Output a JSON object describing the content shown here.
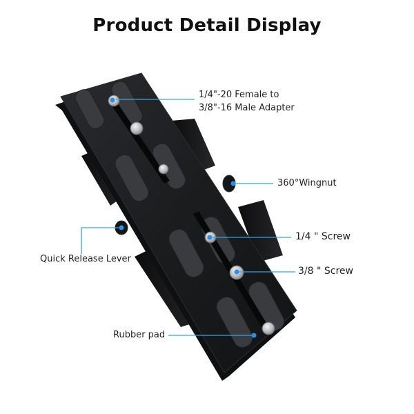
{
  "title": "Product Detail Display",
  "colors": {
    "plate": "#1b1c1e",
    "plate_edge": "#2c2d30",
    "pad": "#3a3b3e",
    "callout_line": "#3aa0e6",
    "callout_dot": "#2f8fe0"
  },
  "callouts": {
    "adapter_line1": "1/4\"-20 Female to",
    "adapter_line2": "3/8\"-16 Male Adapter",
    "wingnut": "360°Wingnut",
    "quarter_screw": "1/4 \" Screw",
    "three_eighths_screw": "3/8 \" Screw",
    "quick_release_lever": "Quick Release Lever",
    "rubber_pad": "Rubber pad"
  }
}
